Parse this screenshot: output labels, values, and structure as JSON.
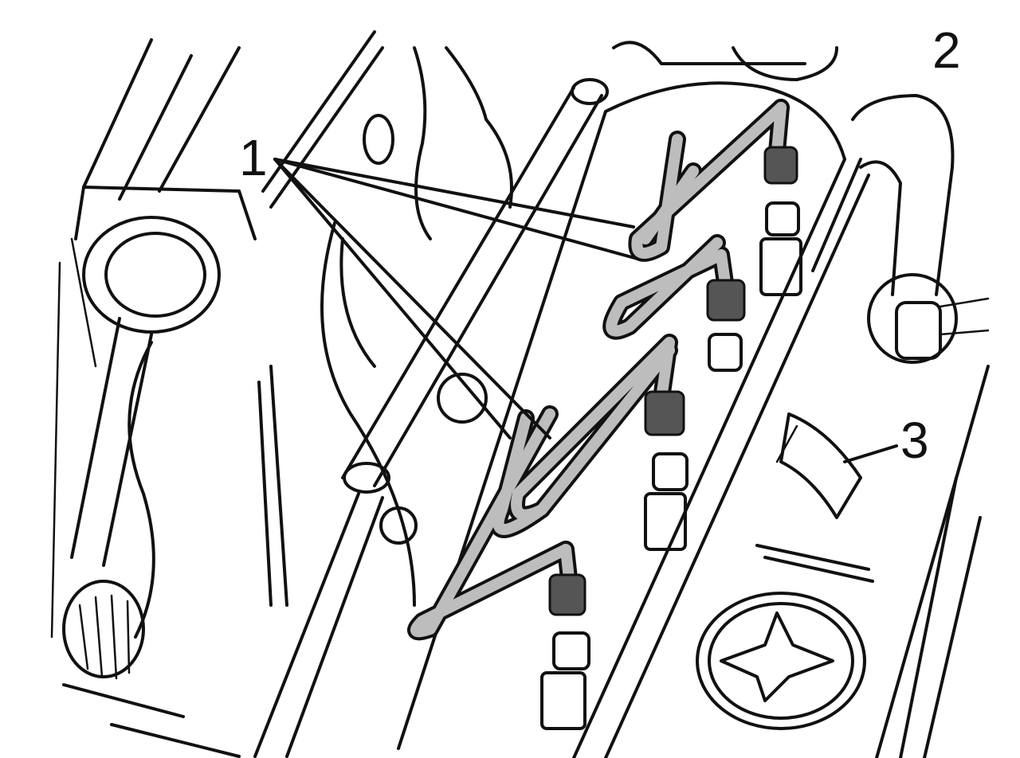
{
  "figure": {
    "callouts": [
      {
        "id": "1",
        "label": "1"
      },
      {
        "id": "2",
        "label": "2"
      },
      {
        "id": "3",
        "label": "3"
      }
    ],
    "colors": {
      "line": "#111111",
      "pipe_fill": "#bdbdbd",
      "nut_fill": "#555555",
      "background": "#ffffff"
    }
  }
}
